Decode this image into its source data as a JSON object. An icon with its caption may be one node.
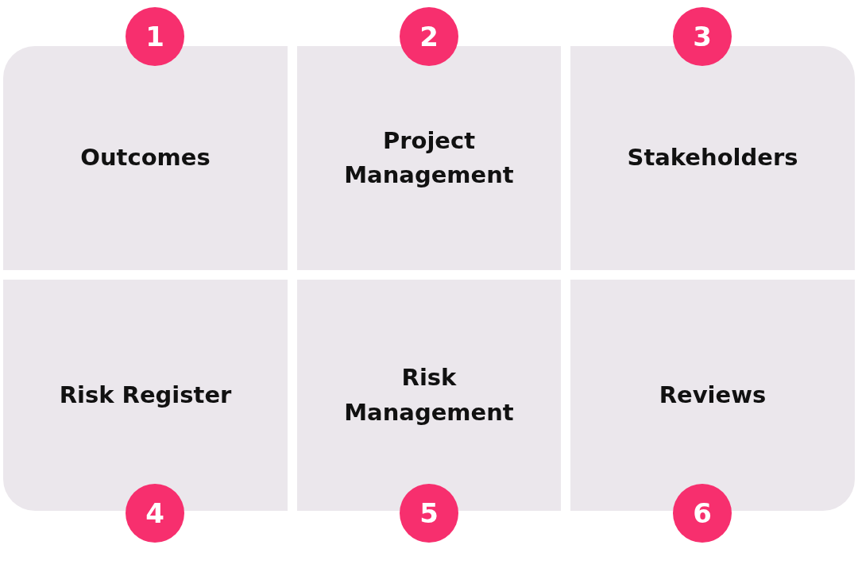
{
  "diagram": {
    "nodes": [
      {
        "text": [
          "1"
        ]
      },
      {
        "text": [
          "2"
        ]
      },
      {
        "text": [
          "3"
        ]
      },
      {
        "text": [
          "Outcomes"
        ]
      },
      {
        "text": [
          "Project Management"
        ]
      },
      {
        "text": [
          "Stakeholders"
        ]
      },
      {
        "text": [
          "Risk Register"
        ]
      },
      {
        "text": [
          "Risk Management"
        ]
      },
      {
        "text": [
          "Reviews"
        ]
      },
      {
        "text": [
          "4"
        ]
      },
      {
        "text": [
          "5"
        ]
      },
      {
        "text": [
          "6"
        ]
      }
    ]
  }
}
